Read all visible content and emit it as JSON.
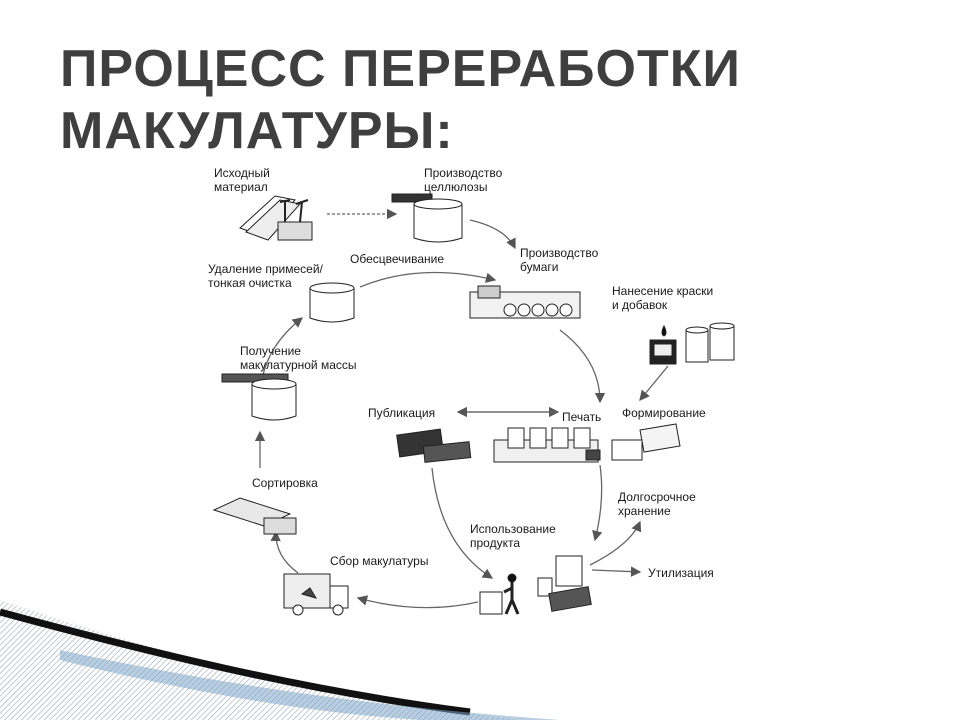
{
  "slide": {
    "title_line1": "ПРОЦЕСС ПЕРЕРАБОТКИ",
    "title_line2": "МАКУЛАТУРЫ:"
  },
  "diagram": {
    "nodes": {
      "source_material": {
        "line1": "Исходный",
        "line2": "материал"
      },
      "pulp_production": {
        "line1": "Производство",
        "line2": "целлюлозы"
      },
      "paper_production": {
        "line1": "Производство",
        "line2": "бумаги"
      },
      "deinking": "Обесцвечивание",
      "impurity_removal": {
        "line1": "Удаление примесей/",
        "line2": "тонкая очистка"
      },
      "ink_additives": {
        "line1": "Нанесение краски",
        "line2": "и добавок"
      },
      "wastepaper_pulp": {
        "line1": "Получение",
        "line2": "макулатурной массы"
      },
      "publication": "Публикация",
      "printing": "Печать",
      "forming": "Формирование",
      "sorting": "Сортировка",
      "long_term_storage": {
        "line1": "Долгосрочное",
        "line2": "хранение"
      },
      "product_use": {
        "line1": "Использование",
        "line2": "продукта"
      },
      "utilization": "Утилизация",
      "wastepaper_collection": "Сбор макулатуры"
    }
  }
}
